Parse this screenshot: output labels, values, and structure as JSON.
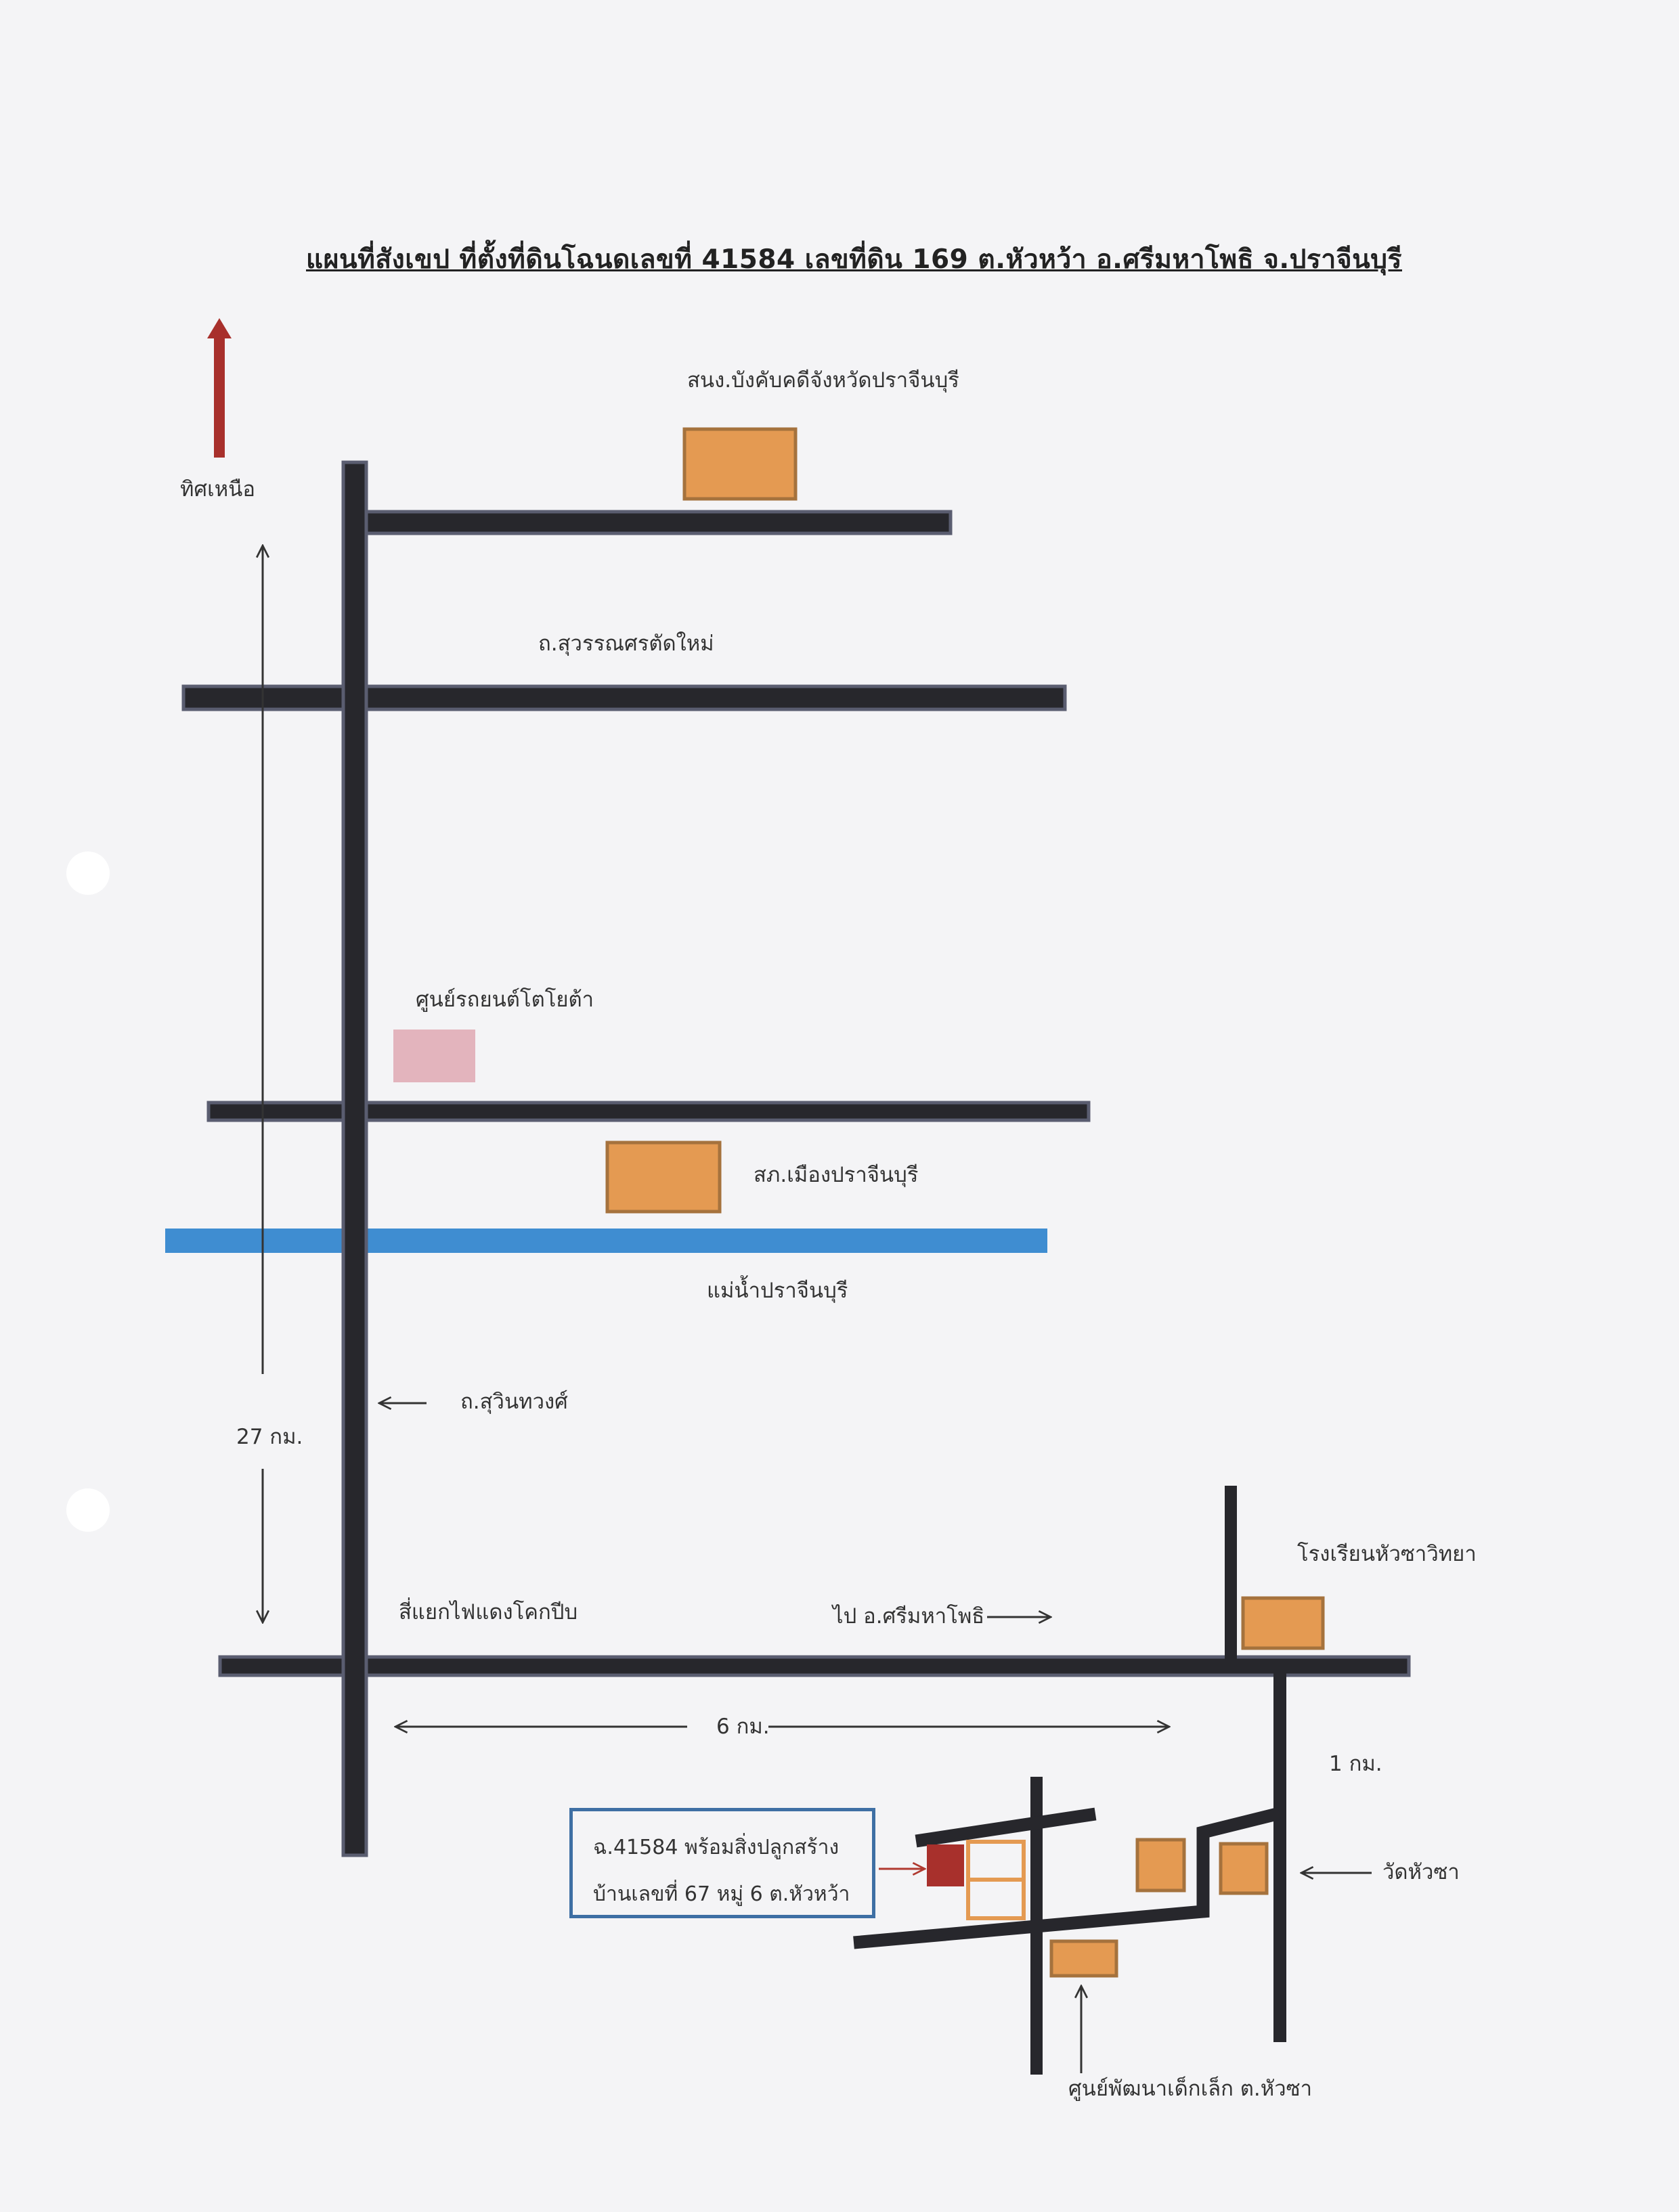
{
  "title": "แผนที่สังเขป ที่ตั้งที่ดินโฉนดเลขที่  41584  เลขที่ดิน 169  ต.หัวหว้า  อ.ศรีมหาโพธิ  จ.ปราจีนบุรี",
  "north_label": "ทิศเหนือ",
  "landmarks": {
    "court": "สนง.บังคับคดีจังหวัดปราจีนบุรี",
    "toyota": "ศูนย์รถยนต์โตโยต้า",
    "police": "สภ.เมืองปราจีนบุรี",
    "school": "โรงเรียนหัวซาวิทยา",
    "temple": "วัดหัวซา",
    "childcare": "ศูนย์พัฒนาเด็กเล็ก ต.หัวซา"
  },
  "roads": {
    "suwannason": "ถ.สุวรรณศรตัดใหม่",
    "suwinthawong": "ถ.สุวินทวงศ์",
    "intersection": "สี่แยกไฟแดงโคกปีบ",
    "to_district": "ไป อ.ศรีมหาโพธิ"
  },
  "river": "แม่น้ำปราจีนบุรี",
  "distances": {
    "vertical": "27 กม.",
    "horizontal": "6 กม.",
    "short": "1 กม."
  },
  "property": {
    "line1": "ฉ.41584 พร้อมสิ่งปลูกสร้าง",
    "line2": "บ้านเลขที่ 67 หมู่ 6  ต.หัวหว้า"
  },
  "colors": {
    "road": "#27272c",
    "road_edge": "#5a5d70",
    "river": "#3f8dd1",
    "building": "#e49a52",
    "building_edge": "#a5723d",
    "toyota": "#e3b4bd",
    "property_plot": "#a8302c",
    "north_arrow": "#a8302c",
    "info_border": "#3e6fa4"
  },
  "icons": {
    "north_arrow": "north-arrow-icon",
    "pointer": "left-arrow-icon"
  }
}
